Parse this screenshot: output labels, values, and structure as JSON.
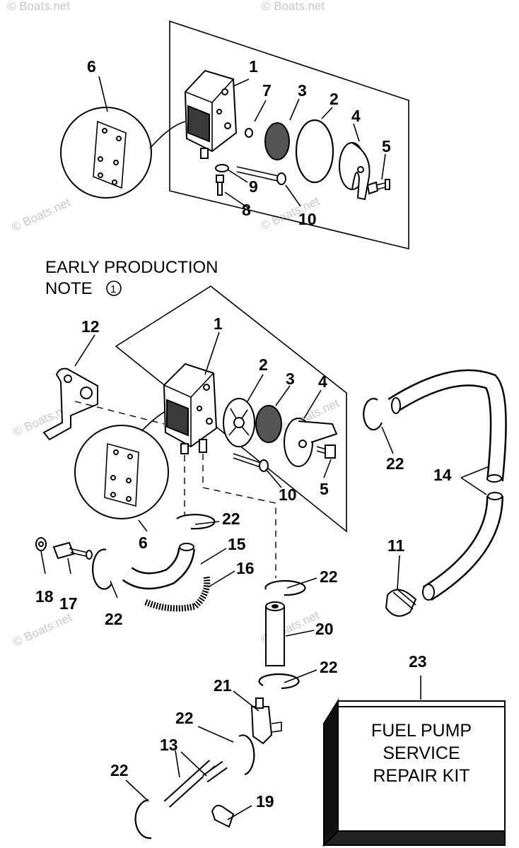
{
  "header": {
    "line1": "EARLY PRODUCTION",
    "line2": "NOTE"
  },
  "kit_box": {
    "line1": "FUEL PUMP",
    "line2": "SERVICE",
    "line3": "REPAIR KIT"
  },
  "watermark": "© Boats.net",
  "callouts": {
    "top_1": "1",
    "top_2": "2",
    "top_3": "3",
    "top_4": "4",
    "top_5": "5",
    "top_6": "6",
    "top_7": "7",
    "top_8": "8",
    "top_9": "9",
    "top_10": "10",
    "mid_1": "1",
    "mid_2": "2",
    "mid_3": "3",
    "mid_4": "4",
    "mid_5": "5",
    "mid_6": "6",
    "mid_10": "10",
    "mid_11": "11",
    "mid_12": "12",
    "mid_13": "13",
    "mid_14": "14",
    "mid_15": "15",
    "mid_16": "16",
    "mid_17": "17",
    "mid_18": "18",
    "mid_19": "19",
    "mid_20": "20",
    "mid_21": "21",
    "mid_22a": "22",
    "mid_22b": "22",
    "mid_22c": "22",
    "mid_22d": "22",
    "mid_22e": "22",
    "mid_22f": "22",
    "mid_22g": "22",
    "mid_23": "23"
  },
  "note_symbol": "1",
  "icons": [
    "fuel-pump-icon",
    "gasket-icon",
    "diaphragm-icon",
    "hose-icon",
    "clamp-icon",
    "fitting-icon"
  ]
}
